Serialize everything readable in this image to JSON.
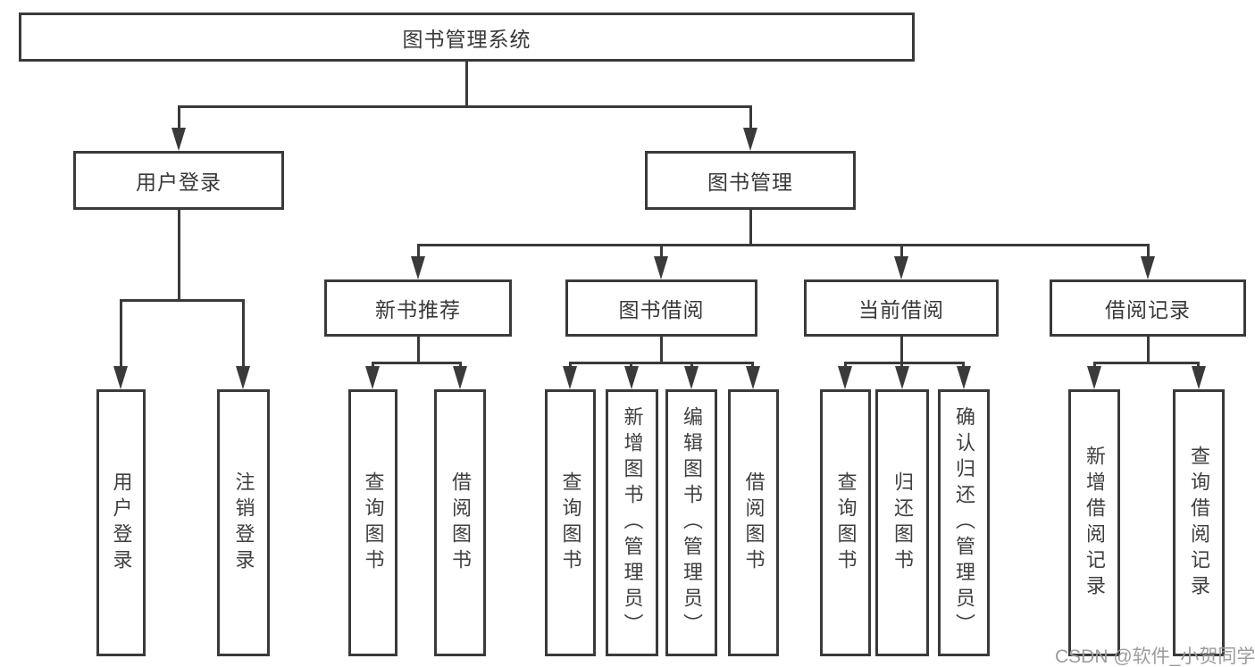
{
  "tree": {
    "label": "图书管理系统",
    "children": [
      {
        "label": "用户登录",
        "children": [
          {
            "label": "用户登录"
          },
          {
            "label": "注销登录"
          }
        ]
      },
      {
        "label": "图书管理",
        "children": [
          {
            "label": "新书推荐",
            "children": [
              {
                "label": "查询图书"
              },
              {
                "label": "借阅图书"
              }
            ]
          },
          {
            "label": "图书借阅",
            "children": [
              {
                "label": "查询图书"
              },
              {
                "label": "新增图书（管理员）"
              },
              {
                "label": "编辑图书（管理员）"
              },
              {
                "label": "借阅图书"
              }
            ]
          },
          {
            "label": "当前借阅",
            "children": [
              {
                "label": "查询图书"
              },
              {
                "label": "归还图书"
              },
              {
                "label": "确认归还（管理员）"
              }
            ]
          },
          {
            "label": "借阅记录",
            "children": [
              {
                "label": "新增借阅记录"
              },
              {
                "label": "查询借阅记录"
              }
            ]
          }
        ]
      }
    ]
  },
  "watermark": "CSDN @软件_小贺同学",
  "colors": {
    "line": "#3a3a3a",
    "text": "#3f3f3f",
    "watermark": "#9c9c9c",
    "background": "#ffffff"
  }
}
